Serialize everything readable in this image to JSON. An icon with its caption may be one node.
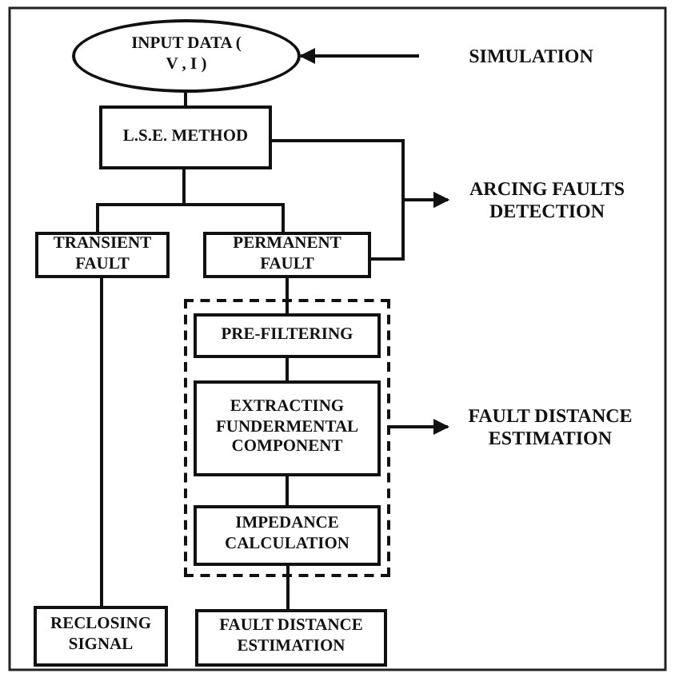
{
  "diagram": {
    "nodes": [
      {
        "text": [
          "INPUT DATA ( V , I )"
        ]
      },
      {
        "text": [
          "SIMULATION"
        ]
      },
      {
        "text": [
          "L.S.E. METHOD"
        ]
      },
      {
        "text": [
          "TRANSIENT FAULT"
        ]
      },
      {
        "text": [
          "PERMANENT FAULT"
        ]
      },
      {
        "text": [
          "ARCING FAULTS DETECTION"
        ]
      },
      {
        "text": [],
        "shape": "box"
      },
      {
        "text": [
          "PRE-FILTERING"
        ],
        "in": 6
      },
      {
        "text": [
          "EXTRACTING FUNDERMENTAL COMPONENT"
        ],
        "in": 6
      },
      {
        "text": [
          "IMPEDANCE CALCULATION"
        ],
        "in": 6
      },
      {
        "text": [
          "FAULT DISTANCE ESTIMATION"
        ]
      },
      {
        "text": [
          "RECLOSING SIGNAL"
        ]
      },
      {
        "text": [
          "FAULT DISTANCE ESTIMATION"
        ]
      }
    ],
    "edges": [
      {
        "from": 1,
        "to": 0,
        "arrow": "to"
      },
      {
        "from": 0,
        "to": 2,
        "arrow": "none"
      },
      {
        "from": 2,
        "to": 3,
        "arrow": "none"
      },
      {
        "from": 2,
        "to": 4,
        "arrow": "none"
      },
      {
        "from": 2,
        "to": 5,
        "arrow": "to"
      },
      {
        "from": 4,
        "to": 5,
        "arrow": "to"
      },
      {
        "from": 4,
        "to": 7,
        "arrow": "none"
      },
      {
        "from": 7,
        "to": 8,
        "arrow": "none"
      },
      {
        "from": 8,
        "to": 9,
        "arrow": "none"
      },
      {
        "from": 6,
        "to": 10,
        "arrow": "to"
      },
      {
        "from": 3,
        "to": 11,
        "arrow": "none"
      },
      {
        "from": 9,
        "to": 12,
        "arrow": "none"
      }
    ]
  }
}
